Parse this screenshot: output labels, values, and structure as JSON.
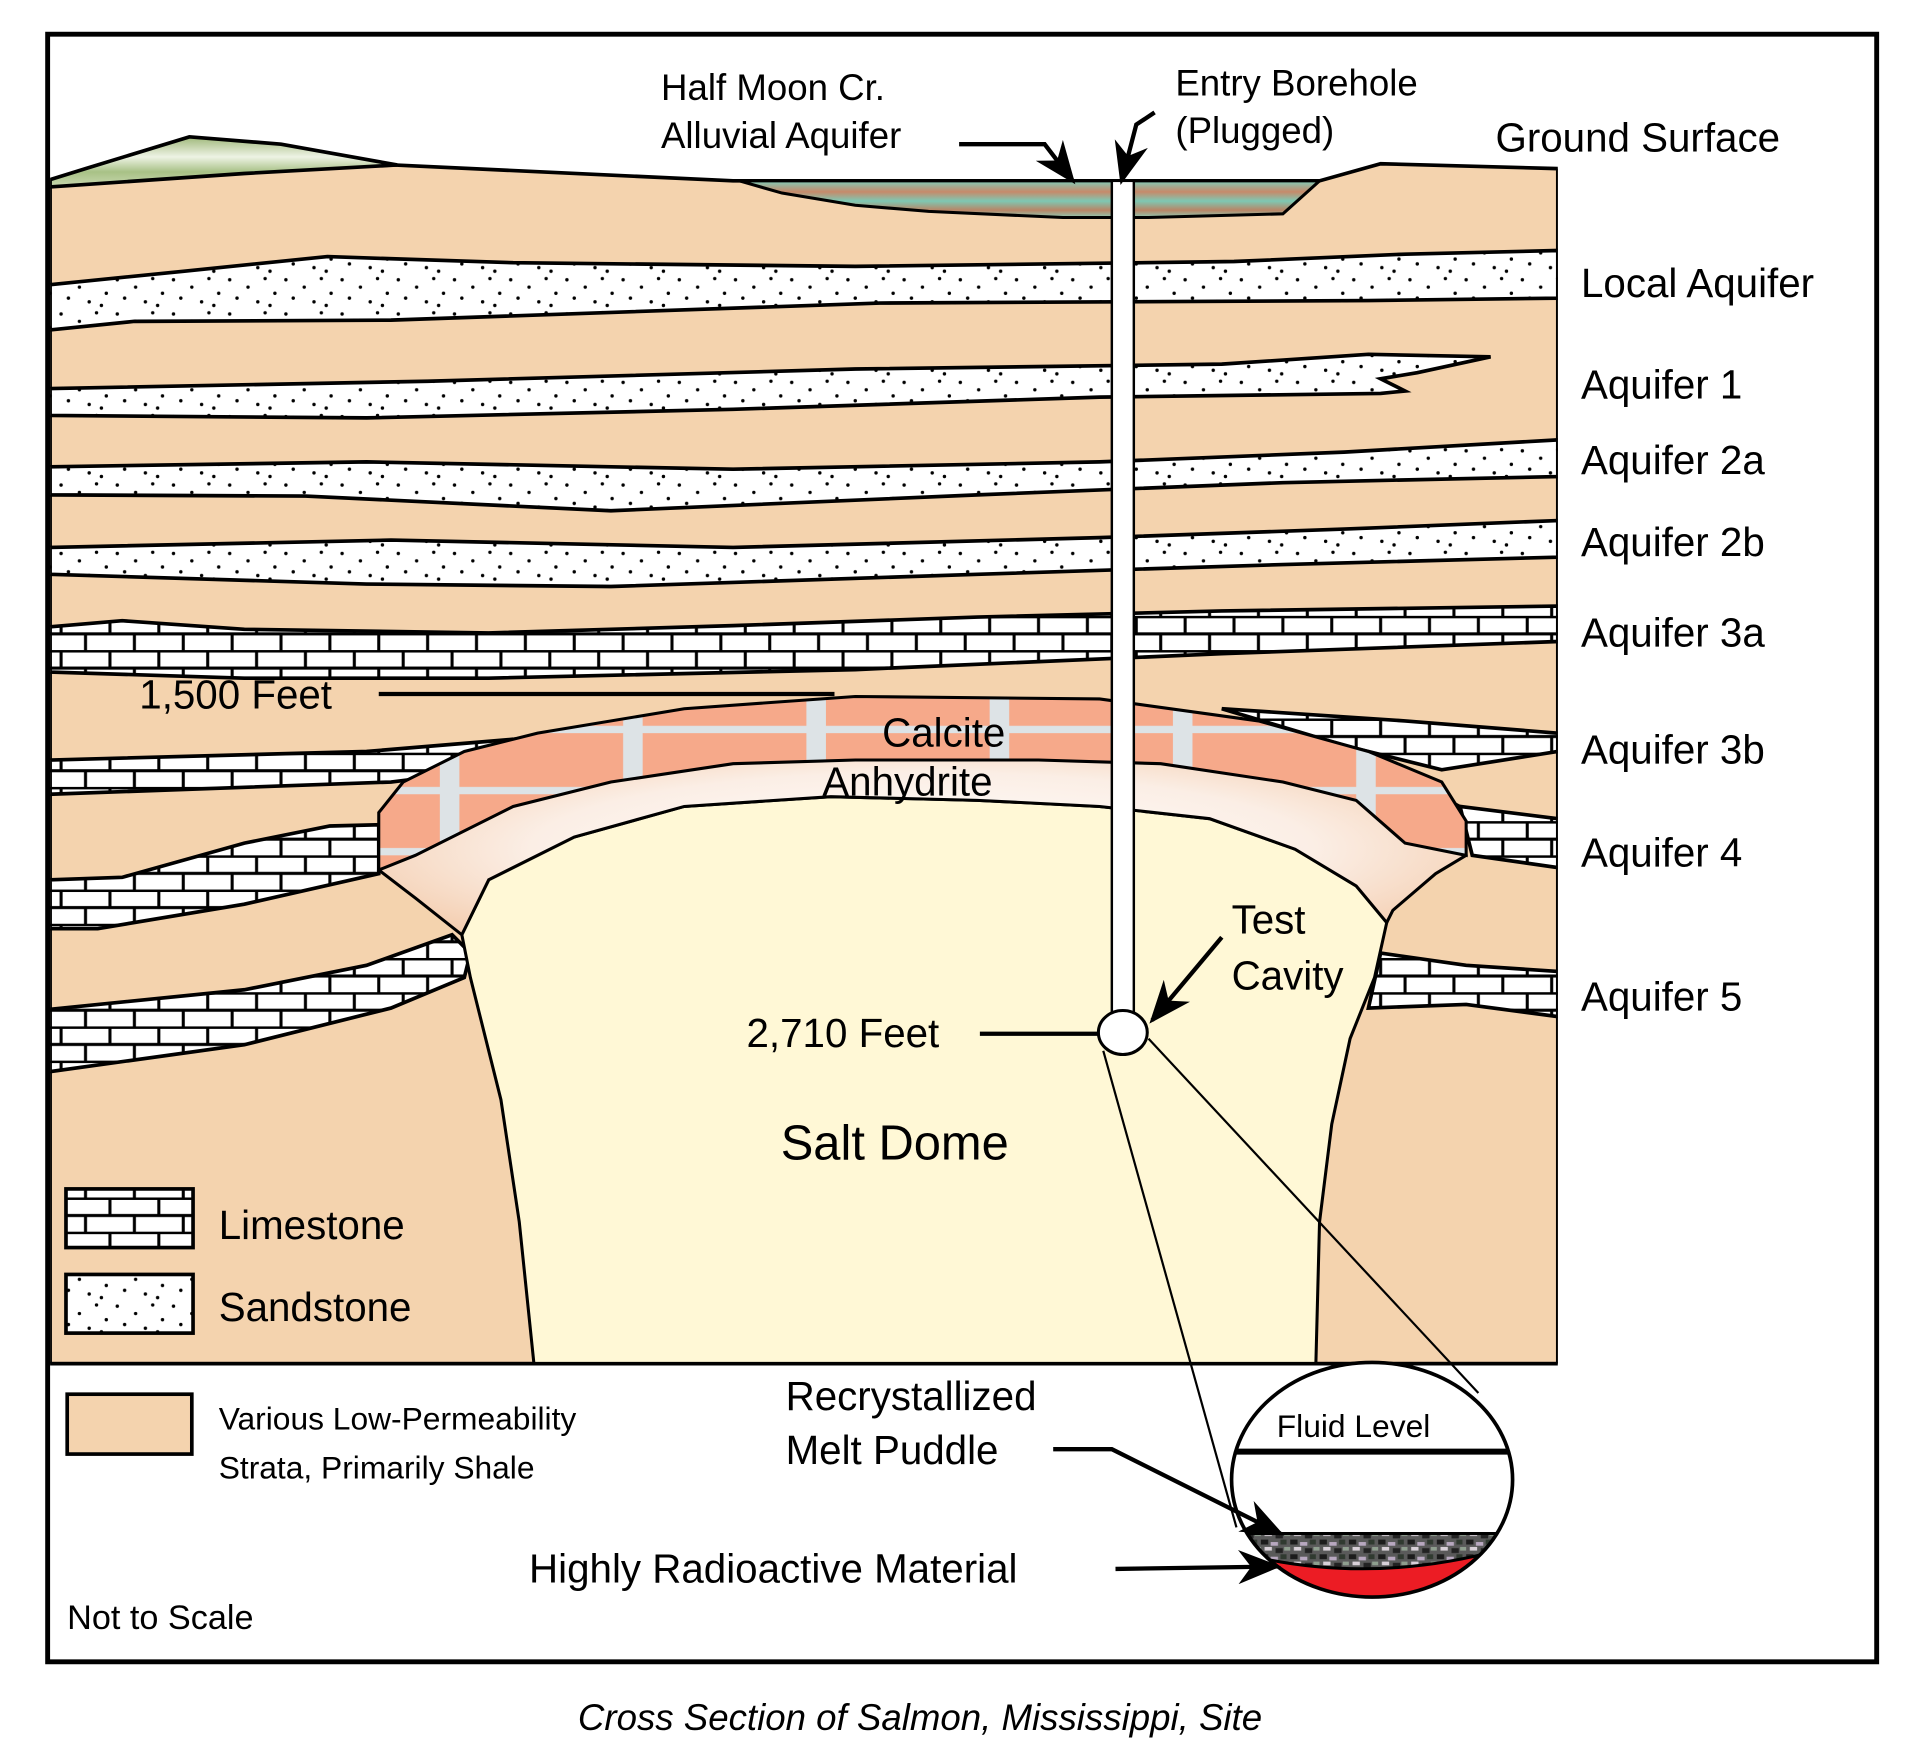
{
  "caption": "Cross Section of Salmon, Mississippi, Site",
  "labels": {
    "alluvial_line1": "Half Moon Cr.",
    "alluvial_line2": "Alluvial Aquifer",
    "borehole_line1": "Entry Borehole",
    "borehole_line2": "(Plugged)",
    "ground_surface": "Ground Surface",
    "depth_1500": "1,500 Feet",
    "depth_2710": "2,710 Feet",
    "calcite": "Calcite",
    "anhydrite": "Anhydrite",
    "test_cavity_line1": "Test",
    "test_cavity_line2": "Cavity",
    "salt_dome": "Salt Dome",
    "melt_line1": "Recrystallized",
    "melt_line2": "Melt Puddle",
    "radioactive": "Highly Radioactive Material",
    "fluid_level": "Fluid Level",
    "not_to_scale": "Not to Scale"
  },
  "aquifers": [
    "Local Aquifer",
    "Aquifer 1",
    "Aquifer 2a",
    "Aquifer 2b",
    "Aquifer 3a",
    "Aquifer 3b",
    "Aquifer 4",
    "Aquifer 5"
  ],
  "legend": {
    "limestone": "Limestone",
    "sandstone": "Sandstone",
    "shale_line1": "Various Low-Permeability",
    "shale_line2": "Strata, Primarily Shale"
  },
  "colors": {
    "shale": "#f4d3ae",
    "salt": "#fff8d6",
    "calcite": "#f6a98a",
    "anhydrite": "#f8e6da",
    "alluvium": "#7fc9b5",
    "hill": "#b9cc98",
    "radioactive": "#ec1c24"
  }
}
